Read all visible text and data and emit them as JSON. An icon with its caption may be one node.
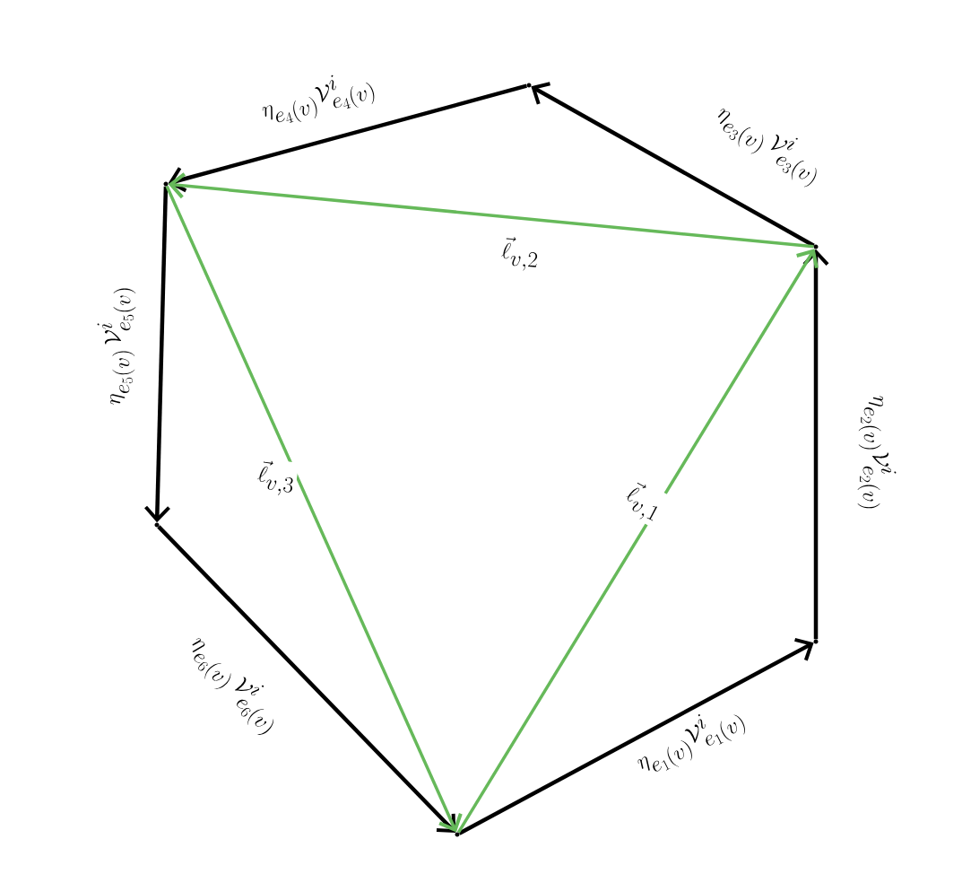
{
  "diagram": {
    "nodes": [
      {
        "text": [],
        "shape": "point"
      },
      {
        "text": [],
        "shape": "point"
      },
      {
        "text": [],
        "shape": "point"
      },
      {
        "text": [],
        "shape": "point"
      },
      {
        "text": [],
        "shape": "point"
      },
      {
        "text": [],
        "shape": "point"
      }
    ],
    "edges": [
      {
        "from": 0,
        "to": 1,
        "arrow": "to",
        "label": "\\eta_{e_1(v)}\\mathcal{V}^i_{e_1(v)}"
      },
      {
        "from": 1,
        "to": 2,
        "arrow": "to",
        "label": "\\eta_{e_2(v)}\\mathcal{V}^i_{e_2(v)}"
      },
      {
        "from": 2,
        "to": 3,
        "arrow": "to",
        "label": "\\eta_{e_3(v)}\\,\\mathcal{V}^i_{e_3(v)}"
      },
      {
        "from": 3,
        "to": 4,
        "arrow": "to",
        "label": "\\eta_{e_4(v)}\\mathcal{V}^i_{e_4(v)}"
      },
      {
        "from": 4,
        "to": 5,
        "arrow": "to",
        "label": "\\eta_{e_5(v)}\\,\\mathcal{V}^i_{e_5(v)}"
      },
      {
        "from": 5,
        "to": 0,
        "arrow": "to",
        "label": "\\eta_{e_6(v)}\\,\\mathcal{V}^i_{e_6(v)}"
      },
      {
        "from": 0,
        "to": 2,
        "arrow": "to",
        "color": "#66b95a",
        "label": "\\vec{\\ell}_{v,1}"
      },
      {
        "from": 2,
        "to": 4,
        "arrow": "to",
        "color": "#66b95a",
        "label": "\\vec{\\ell}_{v,2}"
      },
      {
        "from": 4,
        "to": 0,
        "arrow": "to",
        "color": "#66b95a",
        "label": "\\vec{\\ell}_{v,3}"
      }
    ]
  }
}
